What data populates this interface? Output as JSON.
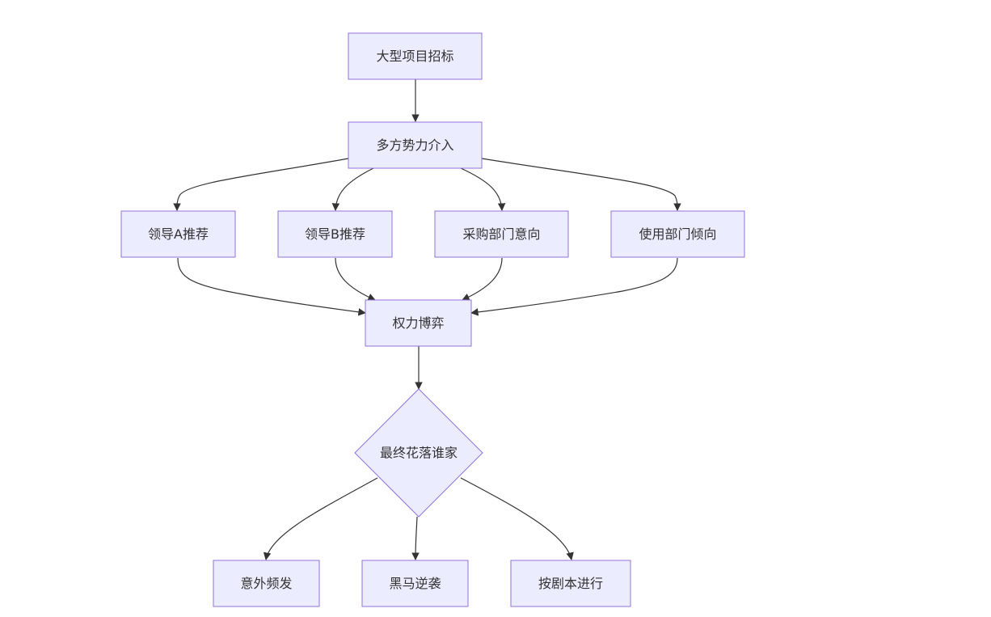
{
  "diagram": {
    "type": "flowchart",
    "colors": {
      "node_fill": "#ECECFF",
      "node_stroke": "#9370DB",
      "edge": "#333333",
      "text": "#333333"
    },
    "nodes": {
      "start": "大型项目招标",
      "forces": "多方势力介入",
      "leader_a": "领导A推荐",
      "leader_b": "领导B推荐",
      "purchase": "采购部门意向",
      "user_dept": "使用部门倾向",
      "game": "权力博弈",
      "decision": "最终花落谁家",
      "accident": "意外频发",
      "dark_horse": "黑马逆袭",
      "script": "按剧本进行"
    },
    "edges": [
      {
        "from": "start",
        "to": "forces"
      },
      {
        "from": "forces",
        "to": "leader_a"
      },
      {
        "from": "forces",
        "to": "leader_b"
      },
      {
        "from": "forces",
        "to": "purchase"
      },
      {
        "from": "forces",
        "to": "user_dept"
      },
      {
        "from": "leader_a",
        "to": "game"
      },
      {
        "from": "leader_b",
        "to": "game"
      },
      {
        "from": "purchase",
        "to": "game"
      },
      {
        "from": "user_dept",
        "to": "game"
      },
      {
        "from": "game",
        "to": "decision"
      },
      {
        "from": "decision",
        "to": "accident"
      },
      {
        "from": "decision",
        "to": "dark_horse"
      },
      {
        "from": "decision",
        "to": "script"
      }
    ]
  }
}
